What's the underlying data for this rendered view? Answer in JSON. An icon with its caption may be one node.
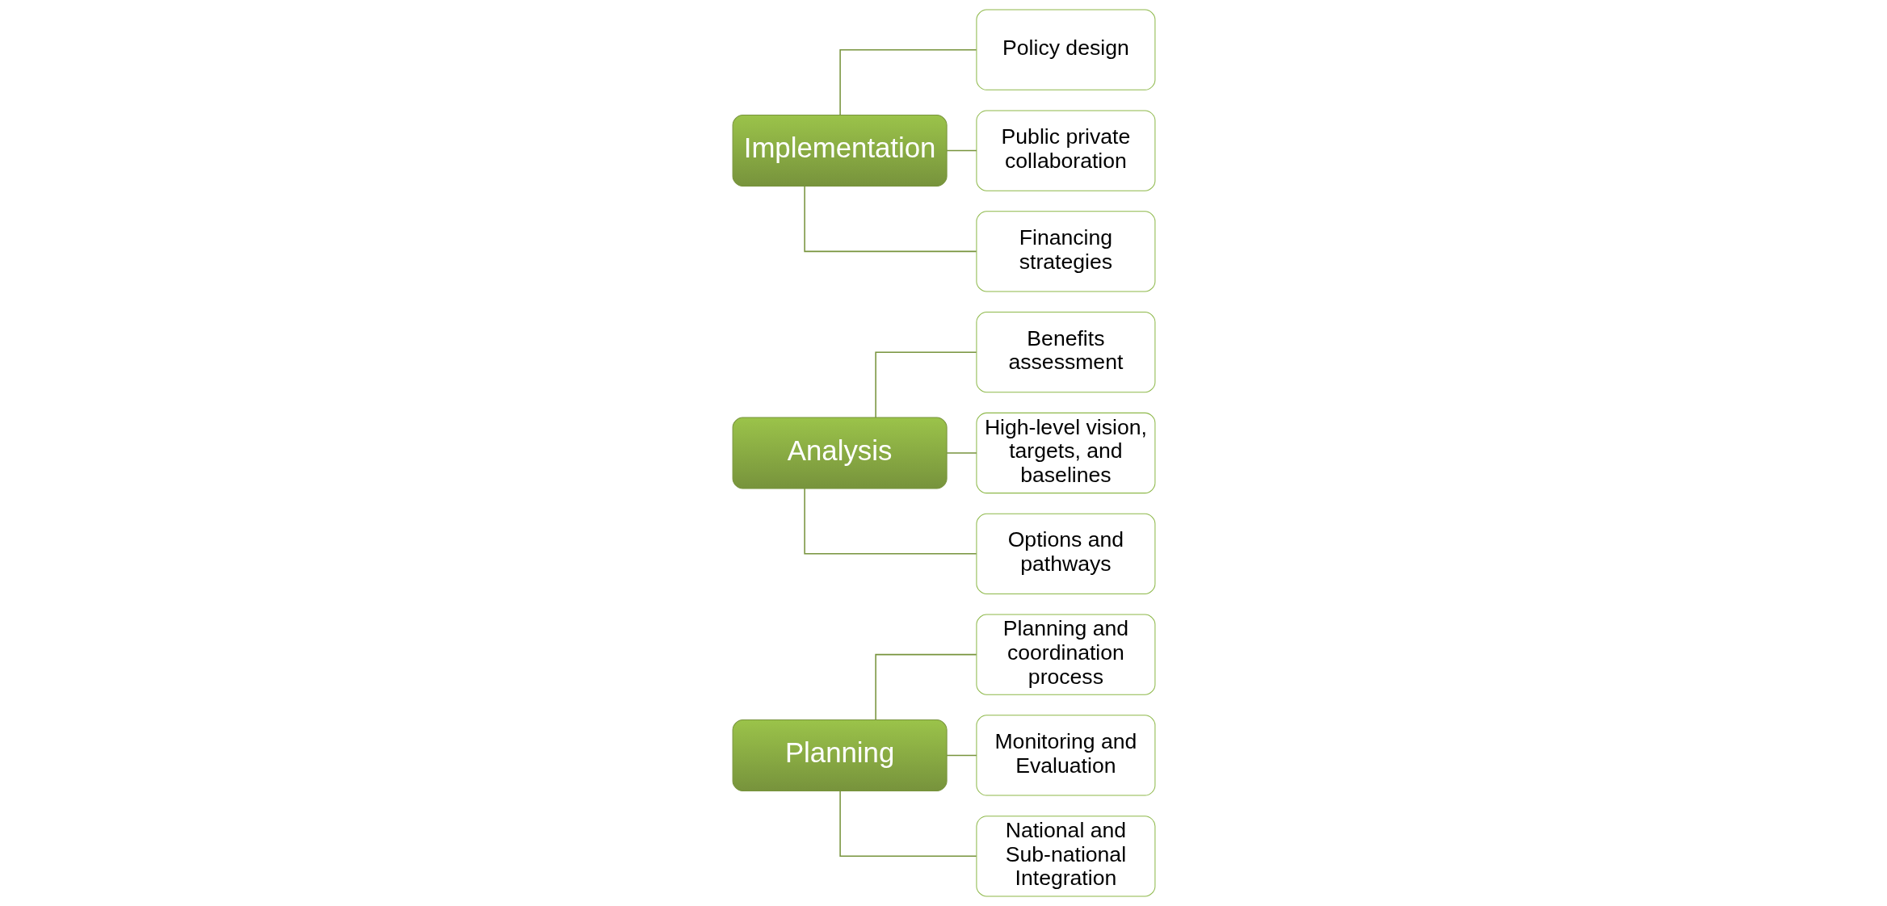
{
  "diagram": {
    "nodes": [
      {
        "text": [
          "Planning"
        ]
      },
      {
        "text": [
          "Planning and coordination process"
        ]
      },
      {
        "text": [
          "Monitoring and Evaluation"
        ]
      },
      {
        "text": [
          "National and Sub-national Integration"
        ]
      },
      {
        "text": [
          "Analysis"
        ]
      },
      {
        "text": [
          "Benefits assessment"
        ]
      },
      {
        "text": [
          "High-level vision, targets, and baselines"
        ]
      },
      {
        "text": [
          "Options and pathways"
        ]
      },
      {
        "text": [
          "Implementation"
        ]
      },
      {
        "text": [
          "Policy design"
        ]
      },
      {
        "text": [
          "Public private collaboration"
        ]
      },
      {
        "text": [
          "Financing strategies"
        ]
      }
    ],
    "edges": [
      {
        "from": 0,
        "to": 1,
        "arrow": "none"
      },
      {
        "from": 0,
        "to": 2,
        "arrow": "none"
      },
      {
        "from": 0,
        "to": 3,
        "arrow": "none"
      },
      {
        "from": 4,
        "to": 5,
        "arrow": "none"
      },
      {
        "from": 4,
        "to": 6,
        "arrow": "none"
      },
      {
        "from": 4,
        "to": 7,
        "arrow": "none"
      },
      {
        "from": 8,
        "to": 9,
        "arrow": "none"
      },
      {
        "from": 8,
        "to": 10,
        "arrow": "none"
      },
      {
        "from": 8,
        "to": 11,
        "arrow": "none"
      }
    ]
  }
}
